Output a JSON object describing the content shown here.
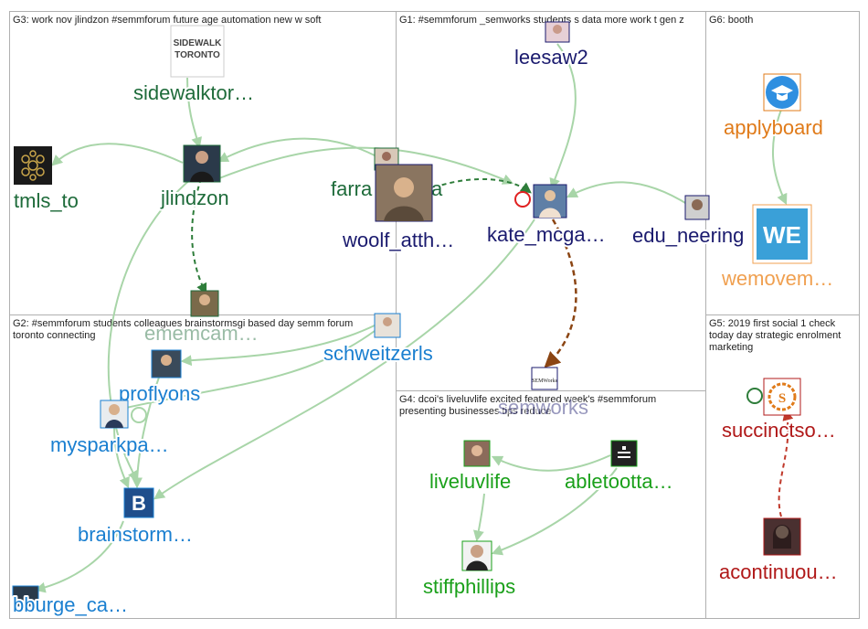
{
  "groups": {
    "g3": {
      "title": "G3: work nov jlindzon #semmforum future age automation new w soft"
    },
    "g1": {
      "title": "G1: #semmforum _semworks students s data more work t gen z"
    },
    "g6": {
      "title": "G6: booth"
    },
    "g2": {
      "title_line1": "G2: #semmforum students colleagues brainstormsgi based day semm forum",
      "title_line2": "toronto connecting"
    },
    "g4": {
      "title_line1": "G4: dcoi's liveluvlife excited featured week's #semmforum",
      "title_line2": "presenting businesses tips reduce"
    },
    "g5": {
      "title_line1": "G5: 2019 first social 1 check",
      "title_line2": "today day strategic enrolment",
      "title_line3": "marketing"
    }
  },
  "nodes": {
    "sidewalktoronto": {
      "label": "sidewalktor…",
      "logo_line1": "SIDEWALK",
      "logo_line2": "TORONTO",
      "color": "#1e6b3a"
    },
    "tmls_to": {
      "label": "tmls_to",
      "color": "#1e6b3a"
    },
    "jlindzon": {
      "label": "jlindzon",
      "color": "#1e6b3a"
    },
    "farra": {
      "label": "farra",
      "label_tail": "a",
      "color": "#1e6b3a"
    },
    "ememcam": {
      "label": "ememcam…",
      "color": "#1e6b3a"
    },
    "leesaw2": {
      "label": "leesaw2",
      "color": "#1a1a6e"
    },
    "woolf_atth": {
      "label": "woolf_atth…",
      "color": "#1a1a6e"
    },
    "kate_mcga": {
      "label": "kate_mcga…",
      "color": "#1a1a6e"
    },
    "edu_neering": {
      "label": "edu_neering",
      "color": "#1a1a6e"
    },
    "semworks": {
      "label": "semworks",
      "icon_text": "SEMWorks",
      "color": "#1a1a6e"
    },
    "applyboard": {
      "label": "applyboard",
      "color": "#e07b1a"
    },
    "wemovem": {
      "label": "wemovem…",
      "icon_text": "WE",
      "color": "#f0a050"
    },
    "schweitzerls": {
      "label": "schweitzerls",
      "color": "#1a7fd0"
    },
    "proflyons": {
      "label": "proflyons",
      "color": "#1a7fd0"
    },
    "mysparkpa": {
      "label": "mysparkpa…",
      "color": "#1a7fd0"
    },
    "brainstorm": {
      "label": "brainstorm…",
      "icon_text": "B",
      "color": "#1a7fd0"
    },
    "bburge_ca": {
      "label": "bburge_ca…",
      "color": "#1a7fd0"
    },
    "liveluvlife": {
      "label": "liveluvlife",
      "color": "#1aa01a"
    },
    "abletootta": {
      "label": "abletootta…",
      "color": "#1aa01a"
    },
    "stiffphillips": {
      "label": "stiffphillips",
      "color": "#1aa01a"
    },
    "succinctso": {
      "label": "succinctso…",
      "color": "#b01818"
    },
    "acontinuou": {
      "label": "acontinuou…",
      "color": "#b01818"
    }
  },
  "colors": {
    "edge": "#a8d5a8",
    "edge_dark": "#2e7d3a",
    "edge_brown": "#8b4513",
    "self_loop_red": "#e02020",
    "border": "#b0b0b0"
  }
}
